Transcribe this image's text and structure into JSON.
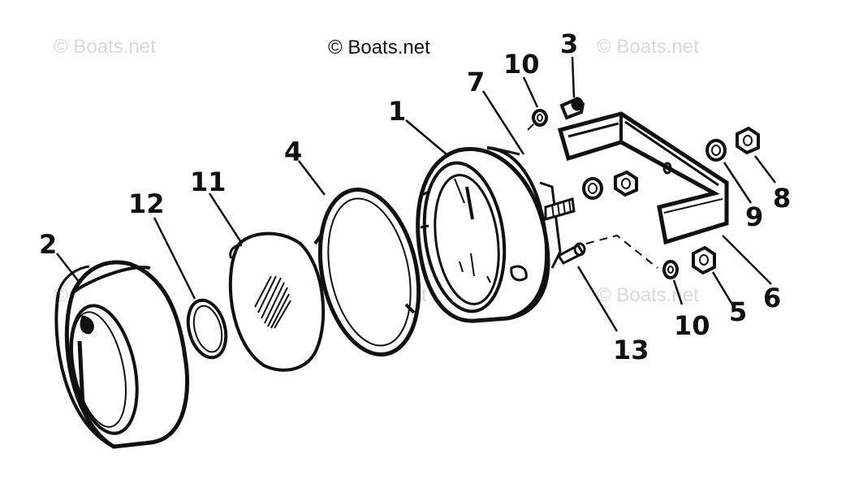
{
  "copyright": "© Boats.net",
  "watermark": "© Boats.net",
  "colors": {
    "ink": "#111111",
    "watermark": "#d9d9d9",
    "background": "#ffffff"
  },
  "callouts": [
    {
      "id": "c1",
      "label": "1"
    },
    {
      "id": "c2",
      "label": "2"
    },
    {
      "id": "c3",
      "label": "3"
    },
    {
      "id": "c4",
      "label": "4"
    },
    {
      "id": "c5",
      "label": "5"
    },
    {
      "id": "c6",
      "label": "6"
    },
    {
      "id": "c7",
      "label": "7"
    },
    {
      "id": "c8",
      "label": "8"
    },
    {
      "id": "c9",
      "label": "9"
    },
    {
      "id": "c10a",
      "label": "10"
    },
    {
      "id": "c10b",
      "label": "10"
    },
    {
      "id": "c11",
      "label": "11"
    },
    {
      "id": "c12",
      "label": "12"
    },
    {
      "id": "c13",
      "label": "13"
    }
  ]
}
